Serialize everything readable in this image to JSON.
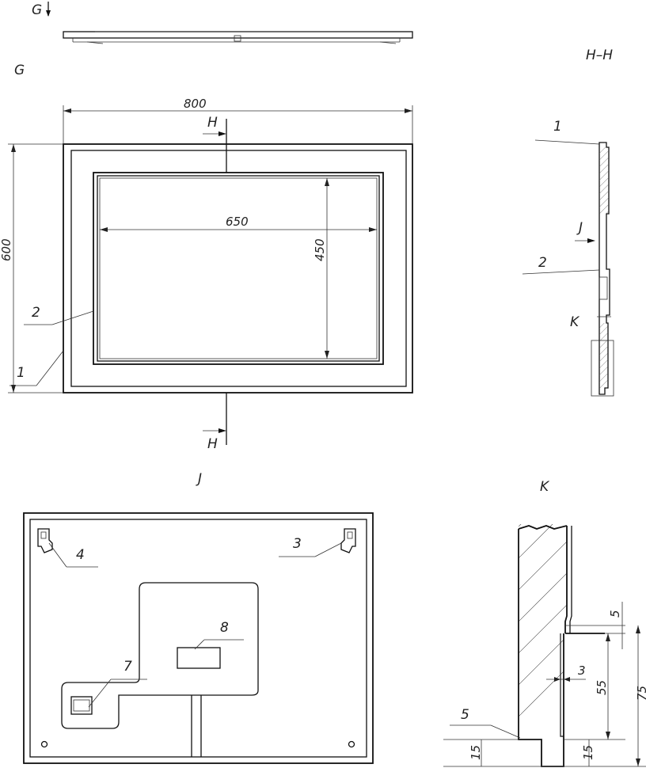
{
  "views": {
    "top_label": "G",
    "front_label": "G",
    "section_label": "H–H",
    "back_label": "J",
    "detail_label": "K"
  },
  "section_marks": {
    "top_h": "H",
    "bottom_h": "H",
    "section_j": "J",
    "section_k": "K"
  },
  "dimensions": {
    "width": "800",
    "height": "600",
    "inner_width": "650",
    "inner_height": "450",
    "d5": "5",
    "d3": "3",
    "d55": "55",
    "d75": "75",
    "d15_left": "15",
    "d15_right": "15"
  },
  "callouts": {
    "front_1": "1",
    "front_2": "2",
    "section_1": "1",
    "section_2": "2",
    "back_3": "3",
    "back_4": "4",
    "back_7": "7",
    "back_8": "8",
    "detail_5": "5"
  }
}
